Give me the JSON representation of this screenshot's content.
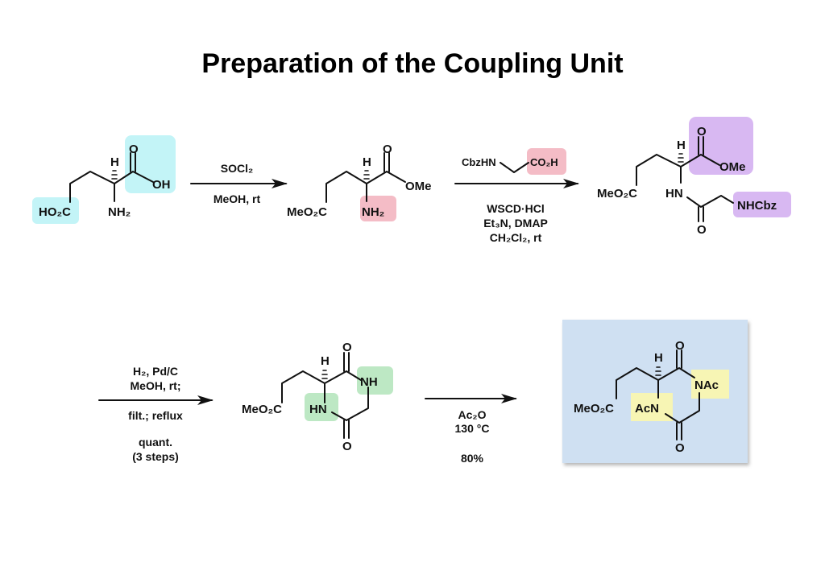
{
  "title": "Preparation of the Coupling Unit",
  "colors": {
    "highlight_cyan": "#c3f4f7",
    "highlight_pink": "#f4bcc6",
    "highlight_purple": "#d8b8f2",
    "highlight_green": "#bde8c4",
    "highlight_yellow": "#f7f5b4",
    "product_box": "#cfe0f2"
  },
  "compound1": {
    "o": "O",
    "oh": "OH",
    "h": "H",
    "nh2": "NH₂",
    "ho2c": "HO₂C"
  },
  "step1": {
    "reagent": "SOCl₂",
    "conditions": "MeOH, rt"
  },
  "compound2": {
    "o": "O",
    "ome": "OMe",
    "h": "H",
    "nh2": "NH₂",
    "meo2c": "MeO₂C"
  },
  "step2": {
    "reagent_left": "CbzHN",
    "reagent_right": "CO₂H",
    "line1": "WSCD·HCl",
    "line2": "Et₃N, DMAP",
    "line3": "CH₂Cl₂, rt"
  },
  "compound3": {
    "o1": "O",
    "ome": "OMe",
    "h": "H",
    "meo2c": "MeO₂C",
    "hn": "HN",
    "o2": "O",
    "nhcbz": "NHCbz"
  },
  "step3": {
    "line1": "H₂, Pd/C",
    "line2": "MeOH, rt;",
    "line3": "filt.; reflux",
    "yield1": "quant.",
    "yield2": "(3 steps)"
  },
  "compound4": {
    "o1": "O",
    "h": "H",
    "nh": "NH",
    "hn": "HN",
    "o2": "O",
    "meo2c": "MeO₂C"
  },
  "step4": {
    "reagent": "Ac₂O",
    "temp": "130 °C",
    "yield": "80%"
  },
  "compound5": {
    "o1": "O",
    "h": "H",
    "nac": "NAc",
    "acn": "AcN",
    "o2": "O",
    "meo2c": "MeO₂C"
  }
}
